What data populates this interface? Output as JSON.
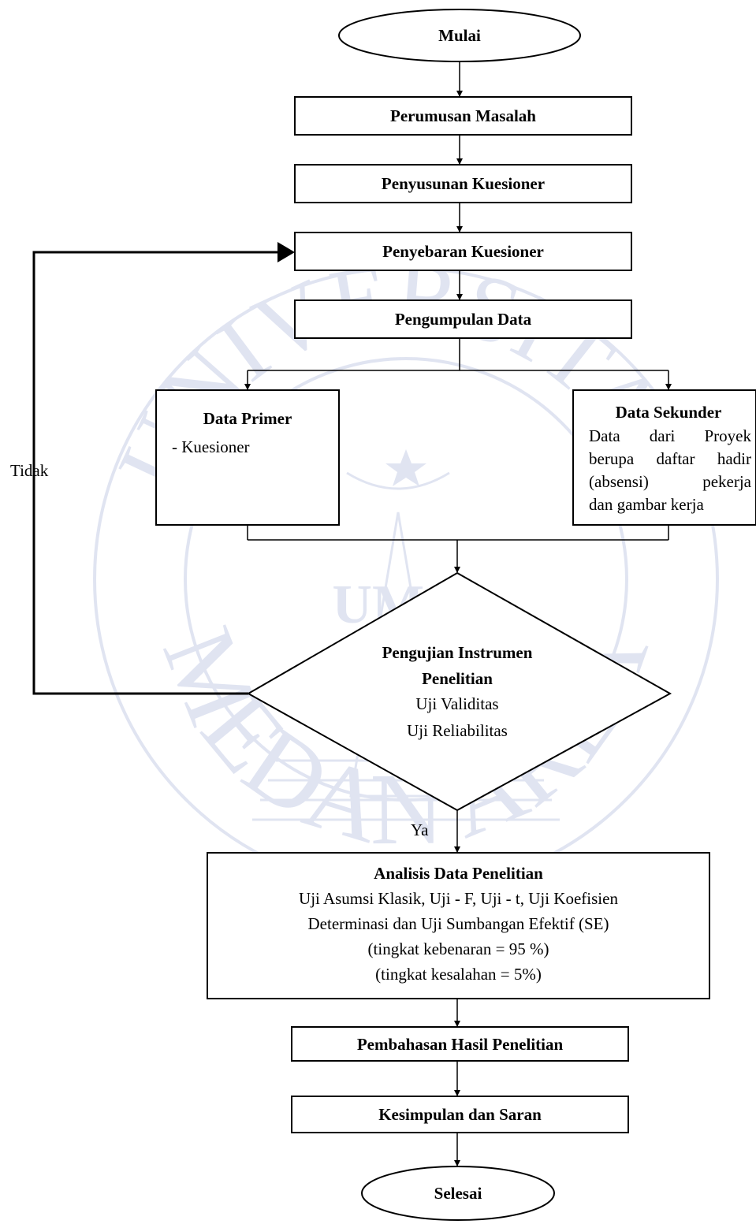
{
  "watermark": {
    "top_text": "UNIVERSITAS",
    "bottom_text": "MEDAN AREA",
    "center_text": "UMA",
    "color": "#5a6fb8"
  },
  "flow": {
    "start": "Mulai",
    "step1": "Perumusan Masalah",
    "step2": "Penyusunan Kuesioner",
    "step3": "Penyebaran Kuesioner",
    "step4": "Pengumpulan Data",
    "primary": {
      "title": "Data Primer",
      "item": "-  Kuesioner"
    },
    "secondary": {
      "title": "Data Sekunder",
      "lines": [
        "Data dari Proyek",
        "berupa daftar hadir",
        "(absensi) pekerja",
        "dan gambar kerja"
      ]
    },
    "decision": {
      "title_line1": "Pengujian Instrumen",
      "title_line2": "Penelitian",
      "line1": "Uji Validitas",
      "line2": "Uji Reliabilitas"
    },
    "no_label": "Tidak",
    "yes_label": "Ya",
    "analysis": {
      "title": "Analisis Data Penelitian",
      "line1": "Uji Asumsi Klasik, Uji - F, Uji - t, Uji Koefisien",
      "line2": "Determinasi dan Uji Sumbangan Efektif (SE)",
      "line3": "(tingkat kebenaran = 95 %)",
      "line4": "(tingkat kesalahan = 5%)"
    },
    "step5": "Pembahasan Hasil Penelitian",
    "step6": "Kesimpulan dan Saran",
    "end": "Selesai"
  }
}
